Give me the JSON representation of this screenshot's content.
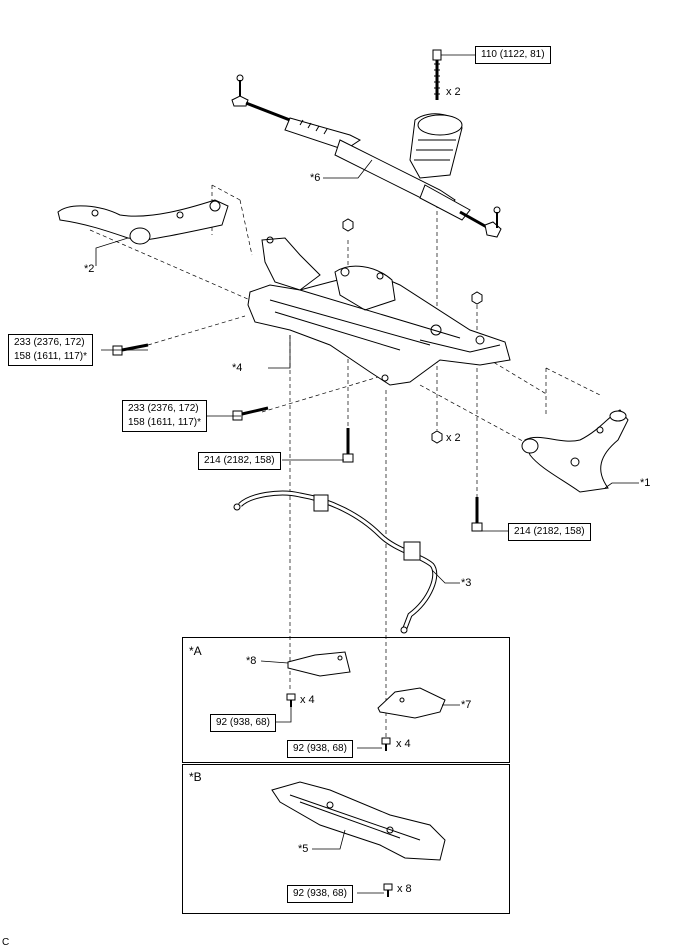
{
  "torque": {
    "steering_bolt": "110 (1122, 81)",
    "left_bolt_a": "233 (2376, 172)",
    "left_bolt_b": "158 (1611, 117)*",
    "mid_bolt_a": "233 (2376, 172)",
    "mid_bolt_b": "158 (1611, 117)*",
    "center_bolt": "214 (2182, 158)",
    "right_bolt": "214 (2182, 158)",
    "brace8_bolt": "92 (938, 68)",
    "brace7_bolt": "92 (938, 68)",
    "plate5_bolt": "92 (938, 68)"
  },
  "quantities": {
    "steering_bolt": "x 2",
    "nut": "x 2",
    "brace8": "x 4",
    "brace7": "x 4",
    "plate5": "x 8"
  },
  "parts": {
    "p1": "*1",
    "p2": "*2",
    "p3": "*3",
    "p4": "*4",
    "p5": "*5",
    "p6": "*6",
    "p7": "*7",
    "p8": "*8"
  },
  "panels": {
    "a": "*A",
    "b": "*B"
  },
  "footer": "C"
}
